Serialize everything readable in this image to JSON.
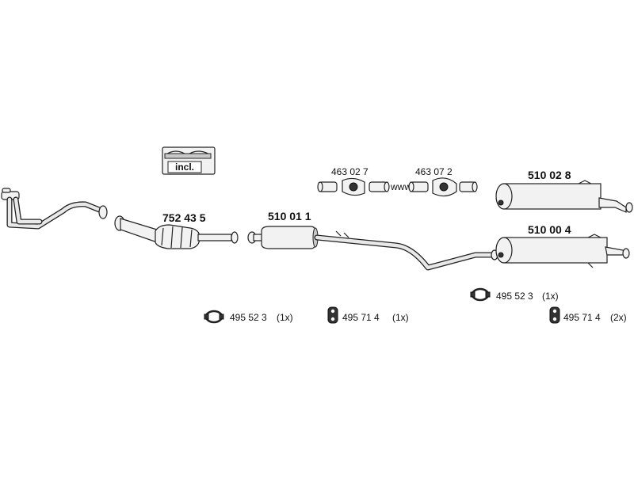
{
  "diagram": {
    "parts": {
      "catalytic_converter": {
        "number": "752 43 5"
      },
      "front_silencer": {
        "number": "510 01 1"
      },
      "rear_silencer_a": {
        "number": "510 02 8"
      },
      "rear_silencer_b": {
        "number": "510 00 4"
      }
    },
    "fitting_kit": {
      "label": "incl."
    },
    "connectors": {
      "connector_a": {
        "number": "463 02 7"
      },
      "connector_b": {
        "number": "463 07 2"
      },
      "link_text": "www."
    },
    "accessories": {
      "clamp_front": {
        "number": "495 52 3",
        "qty": "(1x)"
      },
      "hanger_front": {
        "number": "495 71 4",
        "qty": "(1x)"
      },
      "clamp_rear": {
        "number": "495 52 3",
        "qty": "(1x)"
      },
      "hanger_rear": {
        "number": "495 71 4",
        "qty": "(2x)"
      }
    }
  }
}
